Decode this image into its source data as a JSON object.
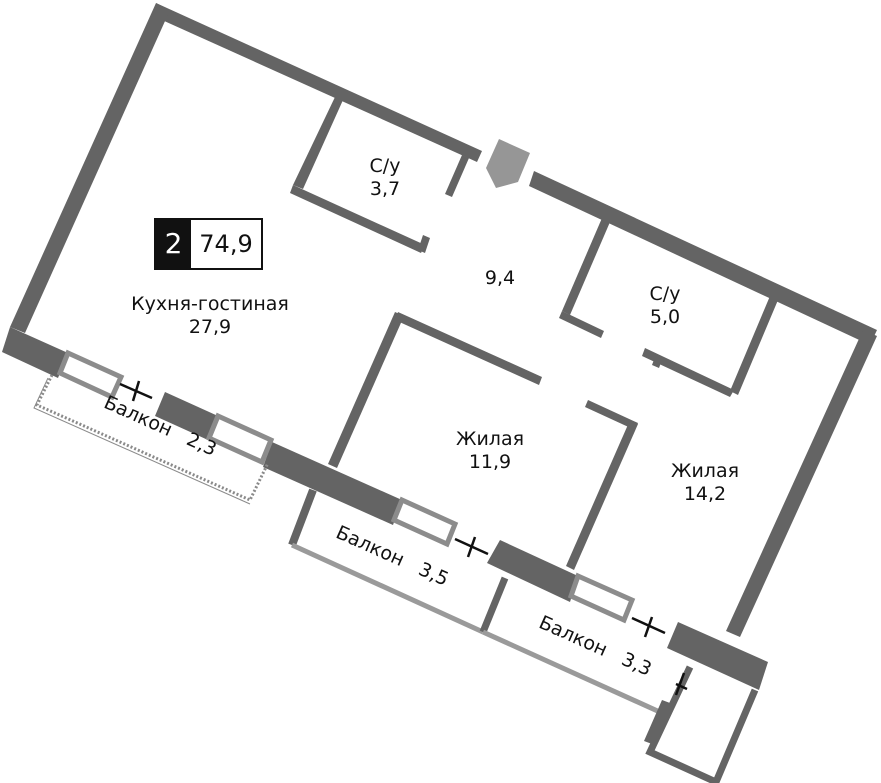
{
  "apartment": {
    "rooms": "2",
    "total_area": "74,9"
  },
  "rooms": [
    {
      "id": "kitchen",
      "name": "Кухня-гостиная",
      "area": "27,9"
    },
    {
      "id": "bath1",
      "name": "С/у",
      "area": "3,7"
    },
    {
      "id": "hall",
      "name": "",
      "area": "9,4"
    },
    {
      "id": "bath2",
      "name": "С/у",
      "area": "5,0"
    },
    {
      "id": "bedroom1",
      "name": "Жилая",
      "area": "11,9"
    },
    {
      "id": "bedroom2",
      "name": "Жилая",
      "area": "14,2"
    },
    {
      "id": "balcony1",
      "name": "Балкон",
      "area": "2,3"
    },
    {
      "id": "balcony2",
      "name": "Балкон",
      "area": "3,5"
    },
    {
      "id": "balcony3",
      "name": "Балкон",
      "area": "3,3"
    }
  ],
  "colors": {
    "wall": "#646464",
    "window_frame": "#8c8c8c",
    "entrance": "#969696",
    "badge_dark": "#111111",
    "text": "#111111"
  }
}
